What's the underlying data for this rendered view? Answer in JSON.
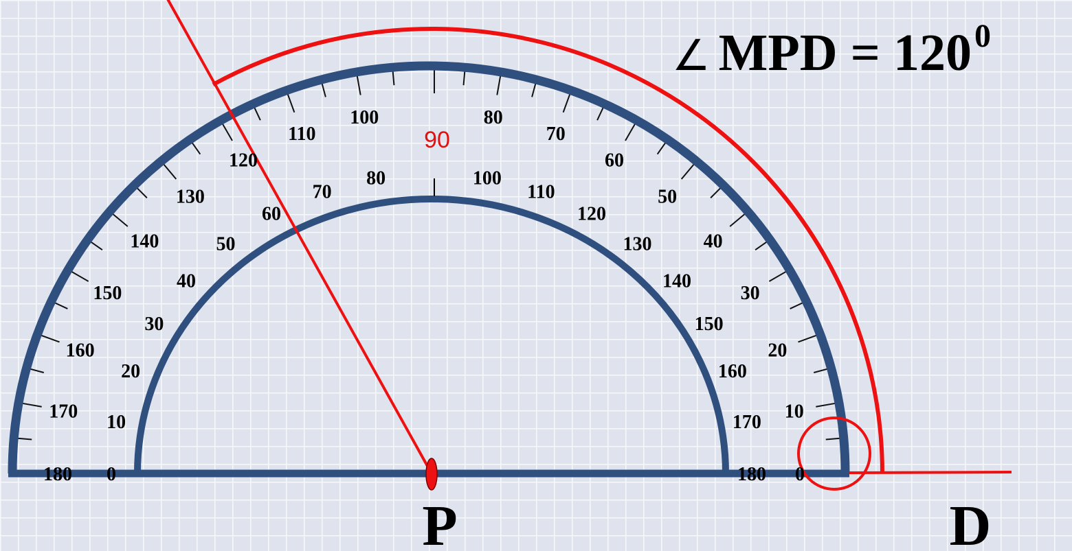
{
  "title": {
    "angle_symbol": "∠",
    "name": "MPD = 120",
    "superscript": "0"
  },
  "points": {
    "vertex": "P",
    "ray_end": "D"
  },
  "protractor": {
    "center_label": "90",
    "outer_scale_labels": [
      "0",
      "10",
      "20",
      "30",
      "40",
      "50",
      "60",
      "70",
      "80",
      "100",
      "110",
      "120",
      "130",
      "140",
      "150",
      "160",
      "170",
      "180"
    ],
    "outer_scale_angles": [
      0,
      10,
      20,
      30,
      40,
      50,
      60,
      70,
      80,
      100,
      110,
      120,
      130,
      140,
      150,
      160,
      170,
      180
    ],
    "inner_scale_labels": [
      "0",
      "10",
      "20",
      "30",
      "40",
      "50",
      "60",
      "70",
      "80",
      "100",
      "110",
      "120",
      "130",
      "140",
      "150",
      "160",
      "170",
      "180"
    ],
    "inner_scale_angles": [
      180,
      170,
      160,
      150,
      140,
      130,
      120,
      110,
      100,
      80,
      70,
      60,
      50,
      40,
      30,
      20,
      10,
      0
    ]
  },
  "measured_angle_degrees": 120,
  "colors": {
    "grid_fill": "#dfe3ee",
    "grid_line": "#f6f7fb",
    "protractor": "#2f4f7f",
    "highlight": "#ee1111",
    "center_label": "#e01010",
    "text": "#000000"
  }
}
